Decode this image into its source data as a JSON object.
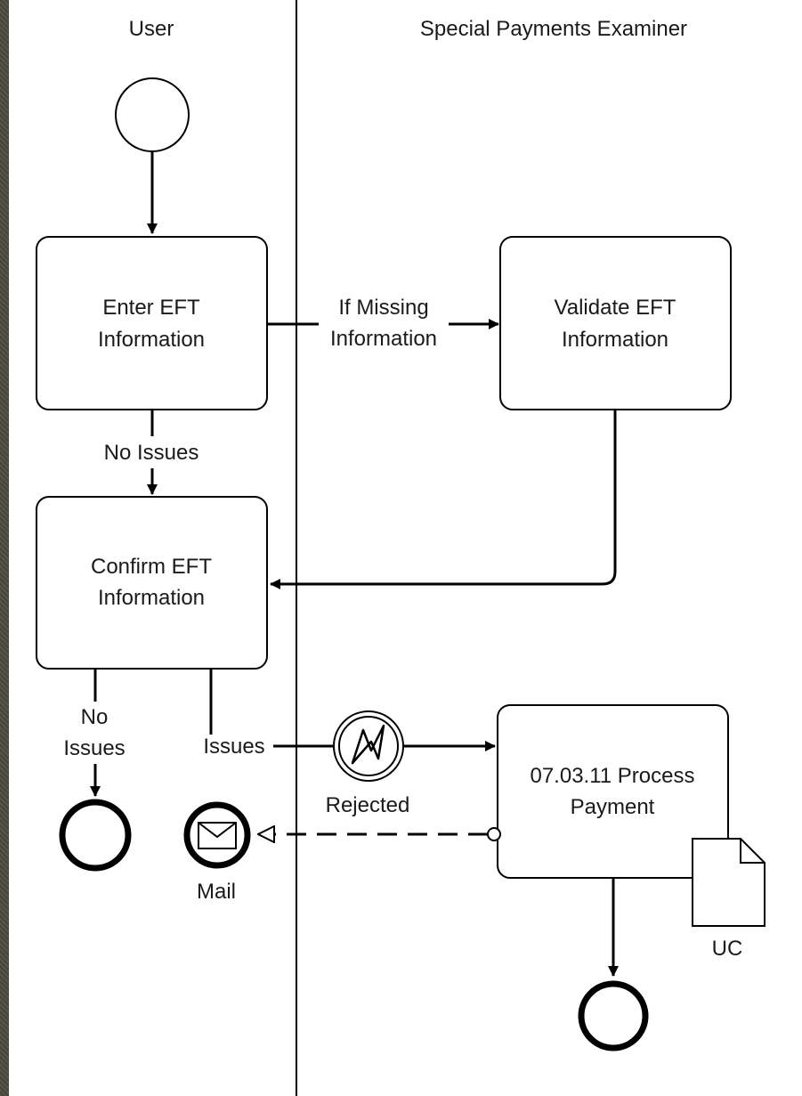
{
  "lanes": [
    {
      "id": "user",
      "label": "User"
    },
    {
      "id": "examiner",
      "label": "Special Payments Examiner"
    }
  ],
  "tasks": {
    "enter_eft": [
      "Enter EFT",
      "Information"
    ],
    "validate_eft": [
      "Validate EFT",
      "Information"
    ],
    "confirm_eft": [
      "Confirm EFT",
      "Information"
    ],
    "process_payment": [
      "07.03.11 Process",
      "Payment"
    ]
  },
  "flow_labels": {
    "if_missing": [
      "If Missing",
      "Information"
    ],
    "no_issues_1": "No Issues",
    "no_issues_2": [
      "No",
      "Issues"
    ],
    "issues": "Issues"
  },
  "events": {
    "rejected": "Rejected",
    "mail": "Mail"
  },
  "artifacts": {
    "document": "UC"
  },
  "colors": {
    "line": "#000000",
    "background": "#ffffff",
    "frame": "#4b4a3f"
  }
}
